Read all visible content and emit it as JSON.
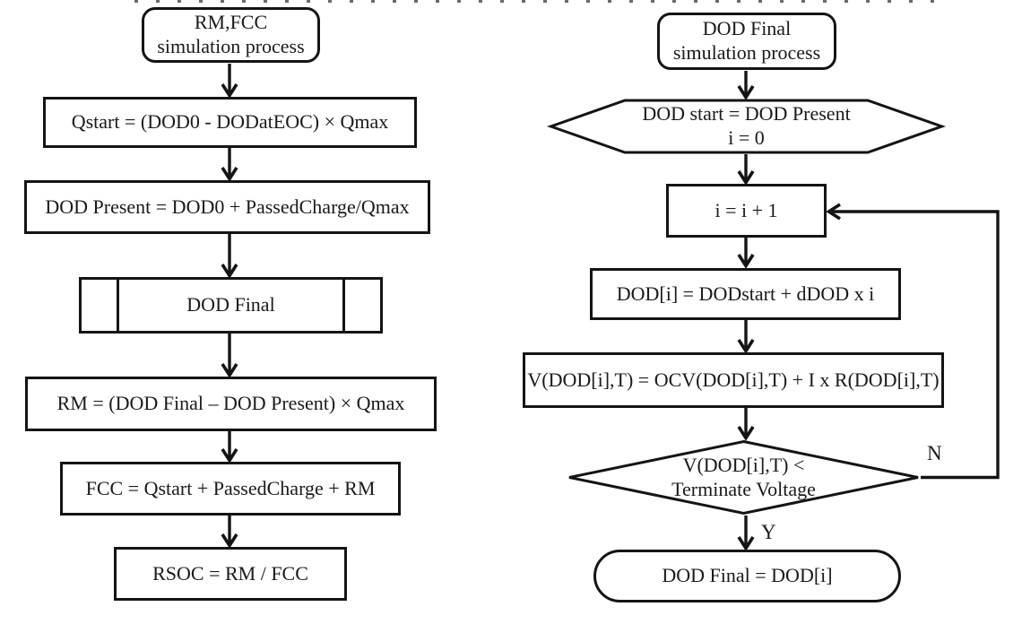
{
  "figure": {
    "background": "#ffffff",
    "ink": "#141414"
  },
  "left_flow": {
    "title_node": {
      "line1": "RM,FCC",
      "line2": "simulation process"
    },
    "qstart": "Qstart = (DOD0 - DODatEOC) × Qmax",
    "dod_present": "DOD Present = DOD0 + PassedCharge/Qmax",
    "dod_final_subprocess": "DOD Final",
    "rm": "RM = (DOD Final – DOD Present) × Qmax",
    "fcc": "FCC = Qstart + PassedCharge + RM",
    "rsoc": "RSOC = RM / FCC"
  },
  "right_flow": {
    "title_node": {
      "line1": "DOD Final",
      "line2": "simulation process"
    },
    "init": {
      "line1": "DOD start = DOD Present",
      "line2": "i = 0"
    },
    "increment": "i = i + 1",
    "dod_step": "DOD[i] = DODstart + dDOD x i",
    "voltage": "V(DOD[i],T) = OCV(DOD[i],T) + I x R(DOD[i],T)",
    "decision": {
      "line1": "V(DOD[i],T) <",
      "line2": "Terminate Voltage"
    },
    "result": "DOD Final = DOD[i]",
    "label_no": "N",
    "label_yes": "Y"
  }
}
